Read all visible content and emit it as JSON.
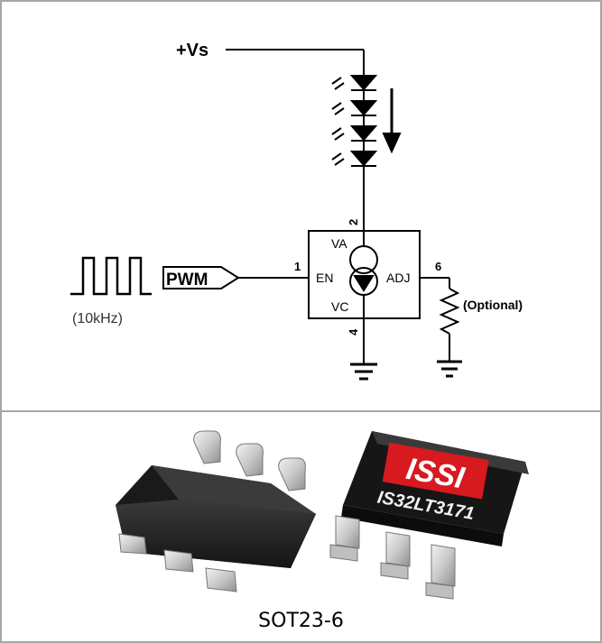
{
  "schematic": {
    "supply_label": "+Vs",
    "pwm_label": "PWM",
    "frequency_label": "(10kHz)",
    "pin_en": "1",
    "pin_va": "2",
    "pin_vc": "4",
    "pin_adj": "6",
    "label_va": "VA",
    "label_vc": "VC",
    "label_en": "EN",
    "label_adj": "ADJ",
    "resistor_note": "(Optional)",
    "led_count": 4
  },
  "package": {
    "logo_text": "ISSI",
    "part_marking": "IS32LT3171",
    "caption": "SOT23-6"
  },
  "colors": {
    "border": "#a6a6a6",
    "line": "#000000",
    "chip_body": "#1f1f1f",
    "logo_red": "#d71920",
    "pin_metal": "#cfcfcf"
  }
}
